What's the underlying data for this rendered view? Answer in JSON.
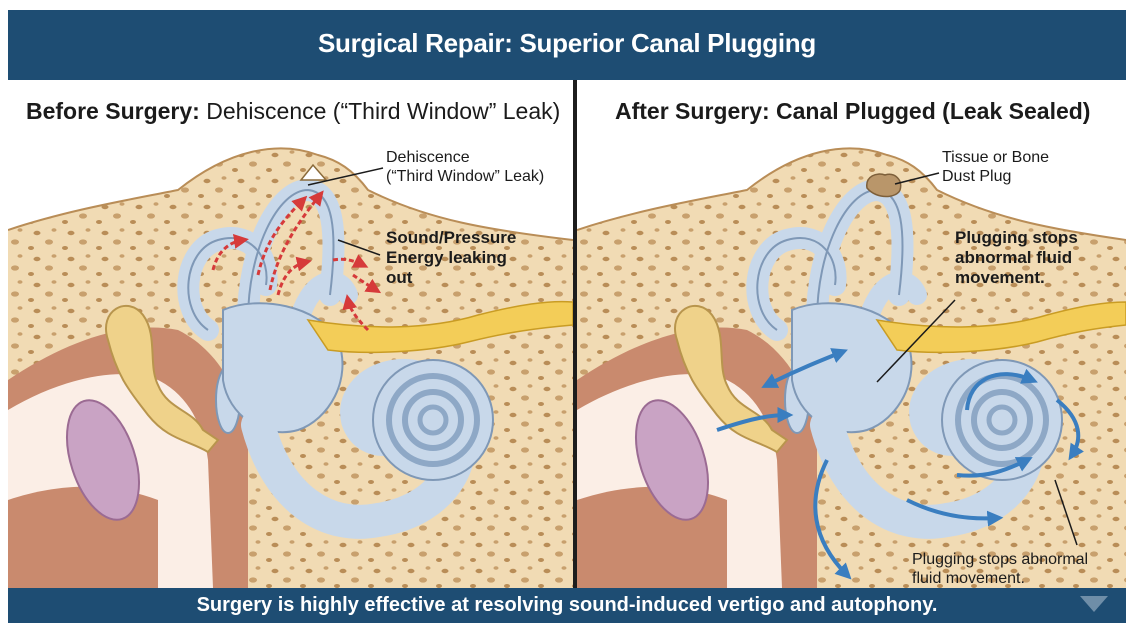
{
  "banner": {
    "title": "Surgical Repair: Superior Canal Plugging"
  },
  "left_panel": {
    "heading_bold": "Before Surgery:",
    "heading_rest": " Dehiscence (“Third Window” Leak)",
    "label_dehiscence": "Dehiscence\n(“Third Window” Leak)",
    "label_leak": "Sound/Pressure\nEnergy leaking\nout"
  },
  "right_panel": {
    "heading": "After Surgery: Canal Plugged (Leak Sealed)",
    "label_plug": "Tissue or Bone\nDust Plug",
    "label_stops_top": "Plugging stops\nabnormal fluid\nmovement.",
    "label_stops_bottom": "Plugging stops abnormal\nfluid movement."
  },
  "footer": {
    "text": "Surgery is highly effective at resolving sound-induced vertigo and autophony."
  },
  "colors": {
    "banner": "#1e4d73",
    "bone": "#f1dbb4",
    "bone_pore": "#b98d57",
    "soft_tissue": "#c98a6e",
    "membranous_fluid": "#c8d8ea",
    "nerve": "#f3cd58",
    "leak_arrow": "#d63a3a",
    "flow_arrow": "#3a7ec0"
  }
}
